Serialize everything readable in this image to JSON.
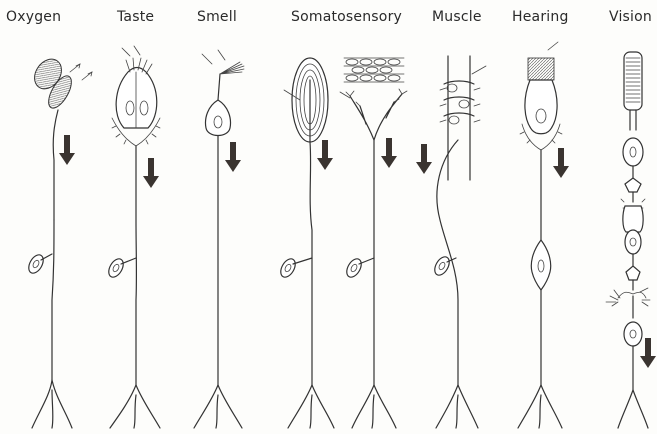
{
  "labels": {
    "oxygen": "Oxygen",
    "taste": "Taste",
    "smell": "Smell",
    "somatosensory": "Somatosensory",
    "muscle": "Muscle",
    "hearing": "Hearing",
    "vision": "Vision"
  },
  "colors": {
    "ink": "#333333",
    "arrow": "#3a3430",
    "paper": "#fdfdfb"
  }
}
